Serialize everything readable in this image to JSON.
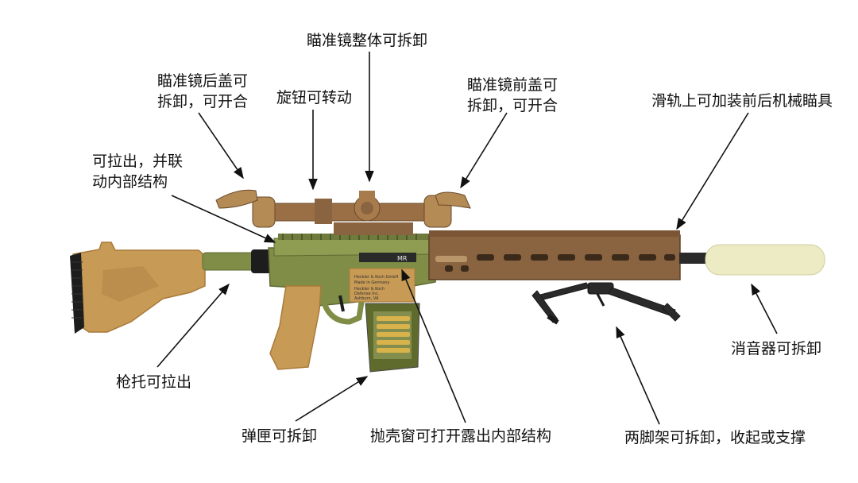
{
  "colors": {
    "tan": "#c79a55",
    "tan_dark": "#a97a3a",
    "olive": "#7f8d46",
    "olive_dark": "#5e6a31",
    "bronze": "#8a6440",
    "bronze_dark": "#5a3e26",
    "black": "#1d1d1d",
    "suppressor": "#ecebc4",
    "scope": "#9a6f45"
  },
  "callouts": {
    "scope_removable": [
      "瞄准镜整体可拆卸"
    ],
    "rear_cap": [
      "瞄准镜后盖可",
      "拆卸，可开合"
    ],
    "knob": [
      "旋钮可转动"
    ],
    "front_cap": [
      "瞄准镜前盖可",
      "拆卸，可开合"
    ],
    "rail_sights": [
      "滑轨上可加装前后机械瞄具"
    ],
    "charging_handle": [
      "可拉出，并联",
      "动内部结构"
    ],
    "stock": [
      "枪托可拉出"
    ],
    "magazine": [
      "弹匣可拆卸"
    ],
    "ejection_port": [
      "抛壳窗可打开露出内部结构"
    ],
    "bipod": [
      "两脚架可拆卸，收起或支撑"
    ],
    "suppressor": [
      "消音器可拆卸"
    ]
  },
  "markings": {
    "receiver_mark": "MR",
    "maker_line1": "Heckler & Koch GmbH",
    "maker_line2": "Made in Germany",
    "maker_line3": "Heckler & Koch",
    "maker_line4": "Defense Inc.",
    "maker_line5": "Ashburn, VA"
  }
}
